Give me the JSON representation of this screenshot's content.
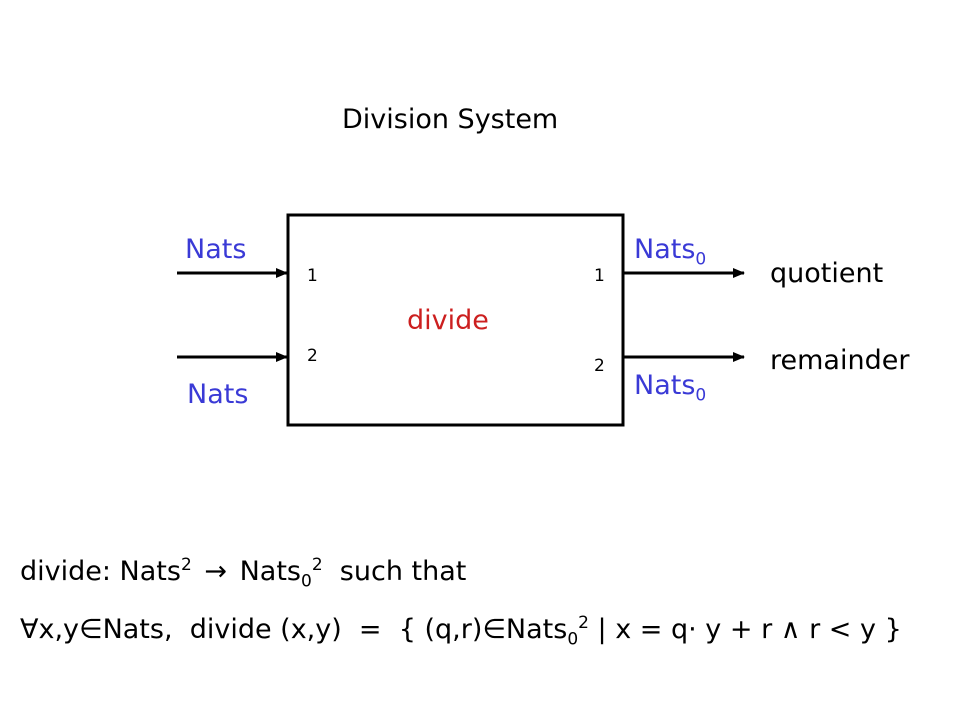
{
  "title": "Division System",
  "block": {
    "name": "divide",
    "input_ports": [
      "1",
      "2"
    ],
    "output_ports": [
      "1",
      "2"
    ]
  },
  "inputs": [
    {
      "set": "Nats"
    },
    {
      "set": "Nats"
    }
  ],
  "outputs": [
    {
      "set_base": "Nats",
      "set_sub": "0",
      "label": "quotient"
    },
    {
      "set_base": "Nats",
      "set_sub": "0",
      "label": "remainder"
    }
  ],
  "formula_line1": {
    "prefix": "divide: Nats",
    "sup1": "2",
    "arrow": "→",
    "mid": " Nats",
    "sub": "0",
    "sup2": "2",
    "suffix": "  such that"
  },
  "formula_line2": {
    "forall": "∀",
    "part1": "x,y",
    "elem1": "∈",
    "part2": "Nats,  divide (x,y)  =  { (q,r)",
    "elem2": "∈",
    "part3": "Nats",
    "sub": "0",
    "sup": "2",
    "part4": " | x = q· y + r ",
    "and": "∧",
    "part5": " r < y }"
  },
  "colors": {
    "set_label": "#3a3ad6",
    "block_name": "#cc1f1f"
  }
}
